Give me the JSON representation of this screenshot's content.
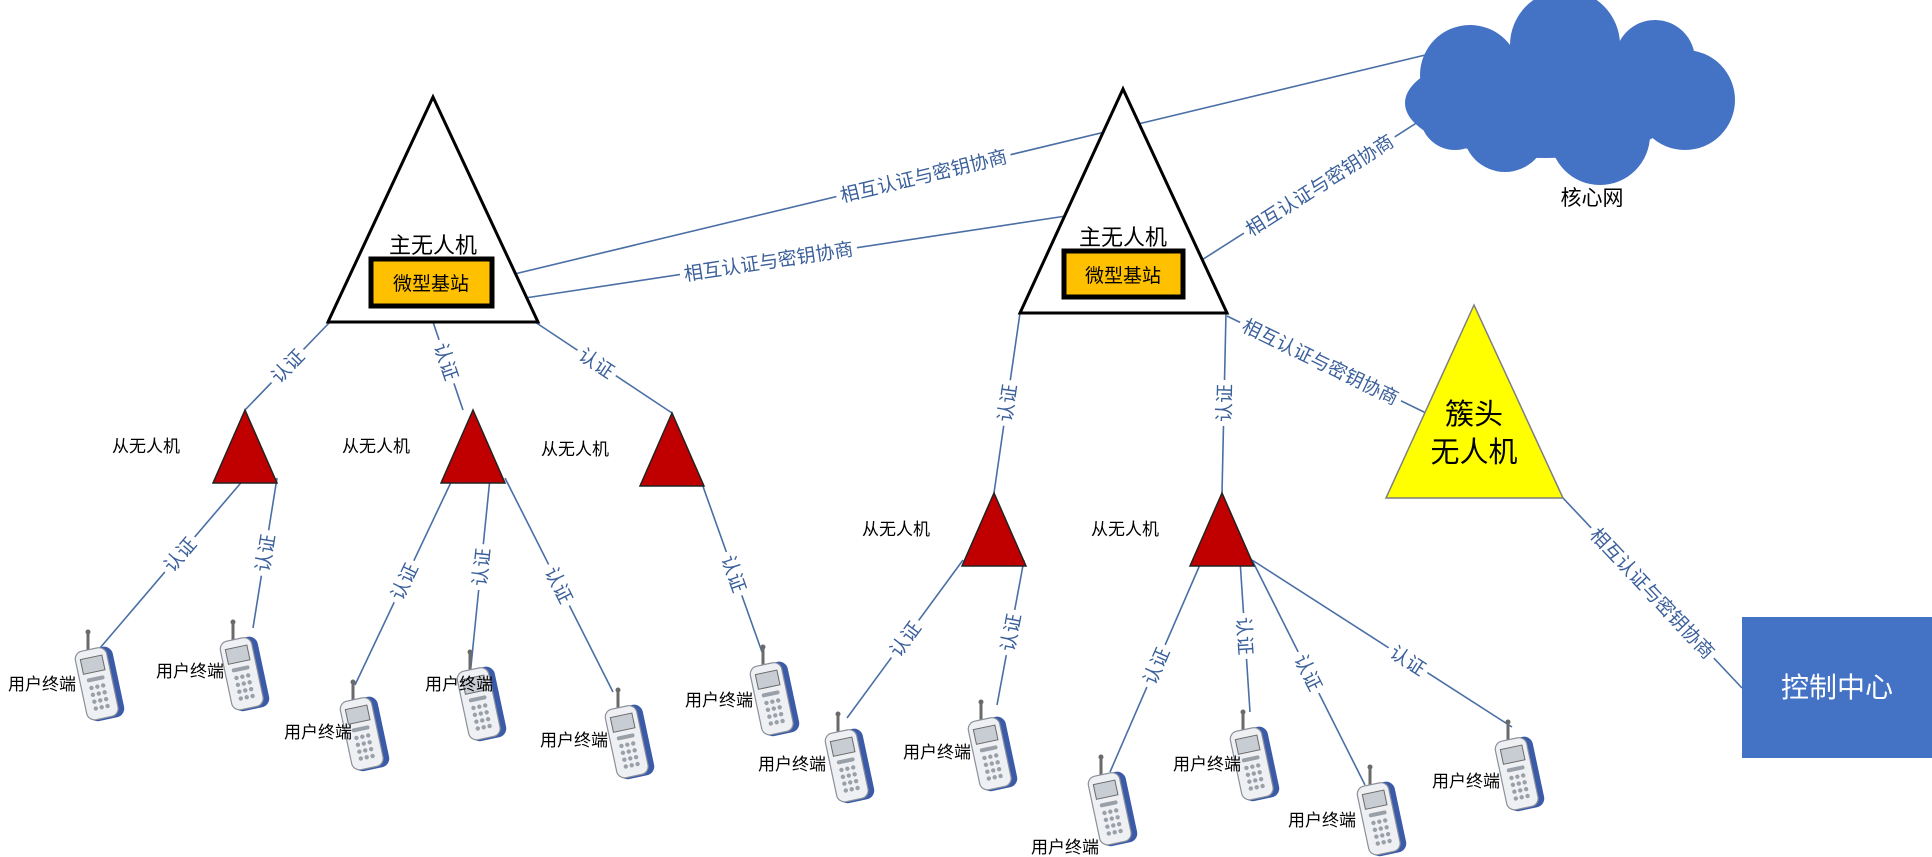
{
  "master_drone_label": "主无人机",
  "base_station_label": "微型基站",
  "slave_drone_label": "从无人机",
  "user_terminal_label": "用户终端",
  "cluster_head": {
    "line1": "簇头",
    "line2": "无人机"
  },
  "core_network_label": "核心网",
  "control_center_label": "控制中心",
  "auth_label": "认证",
  "mutual_auth_label": "相互认证与密钥协商",
  "colors": {
    "edge": "#4a6fa5",
    "slave_drone": "#c00000",
    "cluster_head": "#ffff00",
    "base_station": "#ffc000",
    "cloud": "#4472c4",
    "control_center": "#4472c4"
  }
}
